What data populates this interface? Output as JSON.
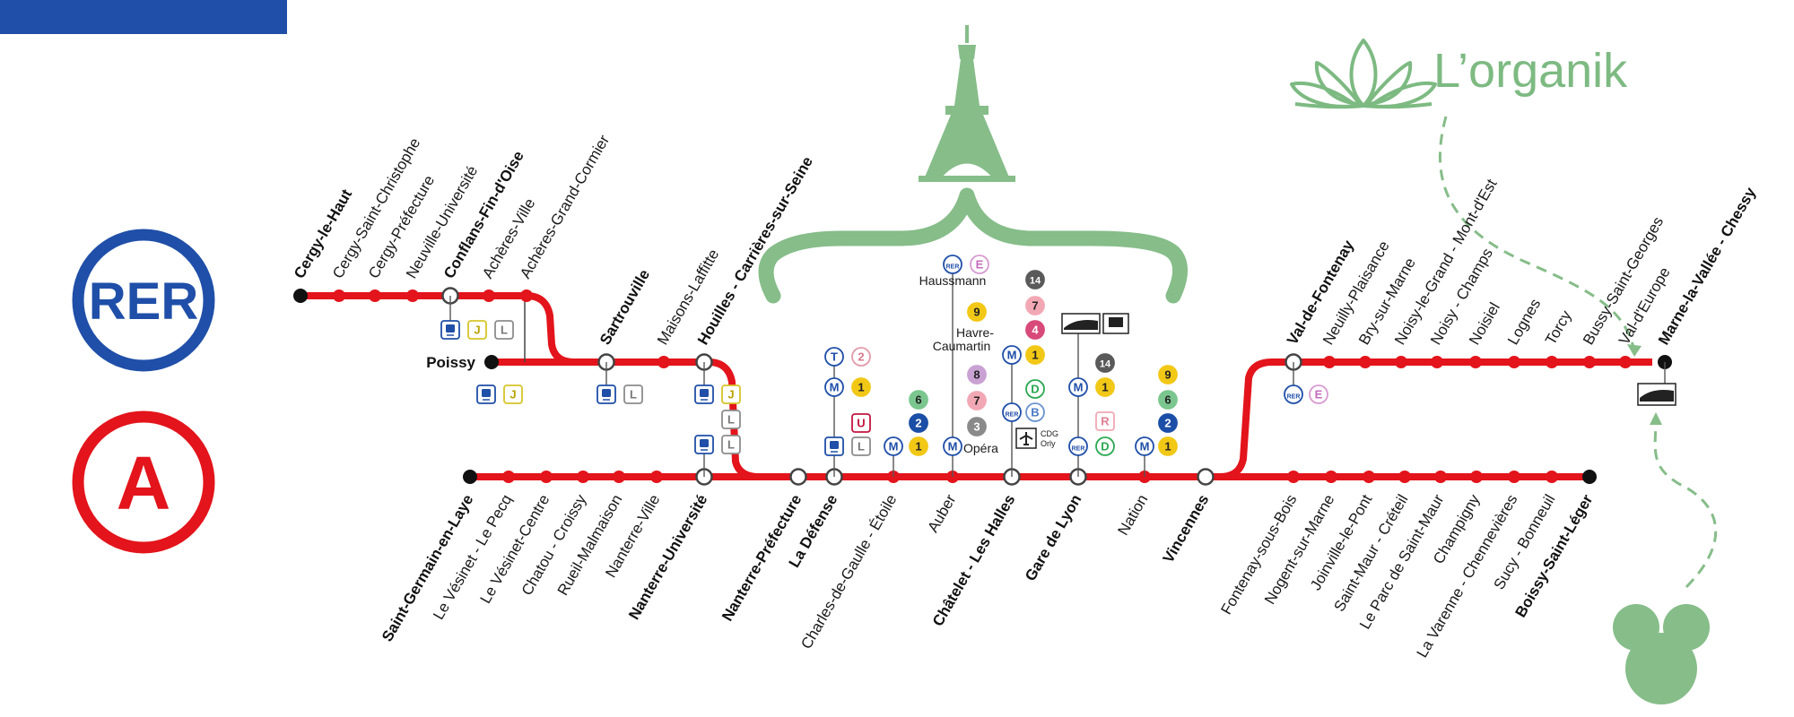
{
  "header_bar": {
    "color": "#1f4fa8"
  },
  "logos": {
    "rer": {
      "text": "RER",
      "color": "#1f4fa8"
    },
    "line": {
      "letter": "A",
      "color": "#e3141b"
    }
  },
  "brand": {
    "name": "L’organik",
    "color": "#7dba82"
  },
  "icons": [
    "eiffel-tower-icon",
    "lotus-icon",
    "mickey-icon",
    "train-icon",
    "airplane-icon",
    "tgv-icon"
  ],
  "line_color": "#e3141b",
  "branches": {
    "cergy": [
      "Cergy-le-Haut",
      "Cergy-Saint-Christophe",
      "Cergy-Préfecture",
      "Neuville-Université",
      "Conflans-Fin-d'Oise",
      "Achères-Ville",
      "Achères-Grand-Cormier"
    ],
    "poissy": "Poissy",
    "middle": [
      "Sartrouville",
      "Maisons-Laffitte",
      "Houilles - Carrières-sur-Seine"
    ],
    "saint_germain": [
      "Saint-Germain-en-Laye",
      "Le Vésinet - Le Pecq",
      "Le Vésinet-Centre",
      "Chatou - Croissy",
      "Rueil-Malmaison",
      "Nanterre-Ville",
      "Nanterre-Université"
    ],
    "trunk": [
      "Nanterre-Préfecture",
      "La Défense",
      "Charles-de-Gaulle - Étoile",
      "Auber",
      "Châtelet - Les Halles",
      "Gare de Lyon",
      "Nation",
      "Vincennes"
    ],
    "chessy": [
      "Val-de-Fontenay",
      "Neuilly-Plaisance",
      "Bry-sur-Marne",
      "Noisy-le-Grand - Mont-d'Est",
      "Noisy - Champs",
      "Noisiel",
      "Lognes",
      "Torcy",
      "Bussy-Saint-Georges",
      "Val-d'Europe",
      "Marne-la-Vallée - Chessy"
    ],
    "boissy": [
      "Fontenay-sous-Bois",
      "Nogent-sur-Marne",
      "Joinville-le-Pont",
      "Saint-Maur - Créteil",
      "Le Parc de Saint-Maur",
      "Champigny",
      "La Varenne - Chennevières",
      "Sucy - Bonneuil",
      "Boissy-Saint-Léger"
    ]
  },
  "annotations": {
    "haussmann": "Haussmann",
    "havre": "Havre-",
    "caumartin": "Caumartin",
    "opera": "Opéra",
    "cdg": "CDG",
    "orly": "Orly"
  },
  "corr": {
    "M": "M",
    "T": "T",
    "RER": "RER",
    "J": "J",
    "L": "L",
    "U": "U",
    "R": "R",
    "E": "E",
    "B": "B",
    "D": "D",
    "n1": "1",
    "n2": "2",
    "n3": "3",
    "n4": "4",
    "n6": "6",
    "n7": "7",
    "n8": "8",
    "n9": "9",
    "n14": "14"
  }
}
